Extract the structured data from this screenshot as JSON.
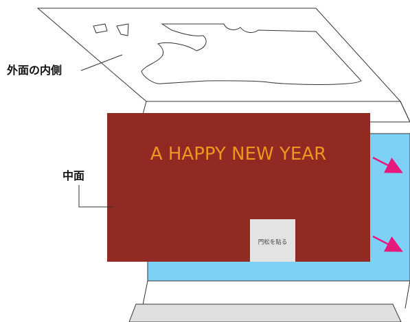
{
  "labels": {
    "outer_inside": "外面の内側",
    "middle": "中面"
  },
  "card": {
    "greeting": "A HAPPY NEW YEAR",
    "sticker": "門松を貼る"
  },
  "colors": {
    "card_fill": "#922a24",
    "greeting_text": "#f0961e",
    "inner_panel": "#7fd0f5",
    "arrow": "#e6197d",
    "sticker_fill": "#e3e3e3",
    "base_strip": "#e0e0e0",
    "outline": "#333333"
  }
}
